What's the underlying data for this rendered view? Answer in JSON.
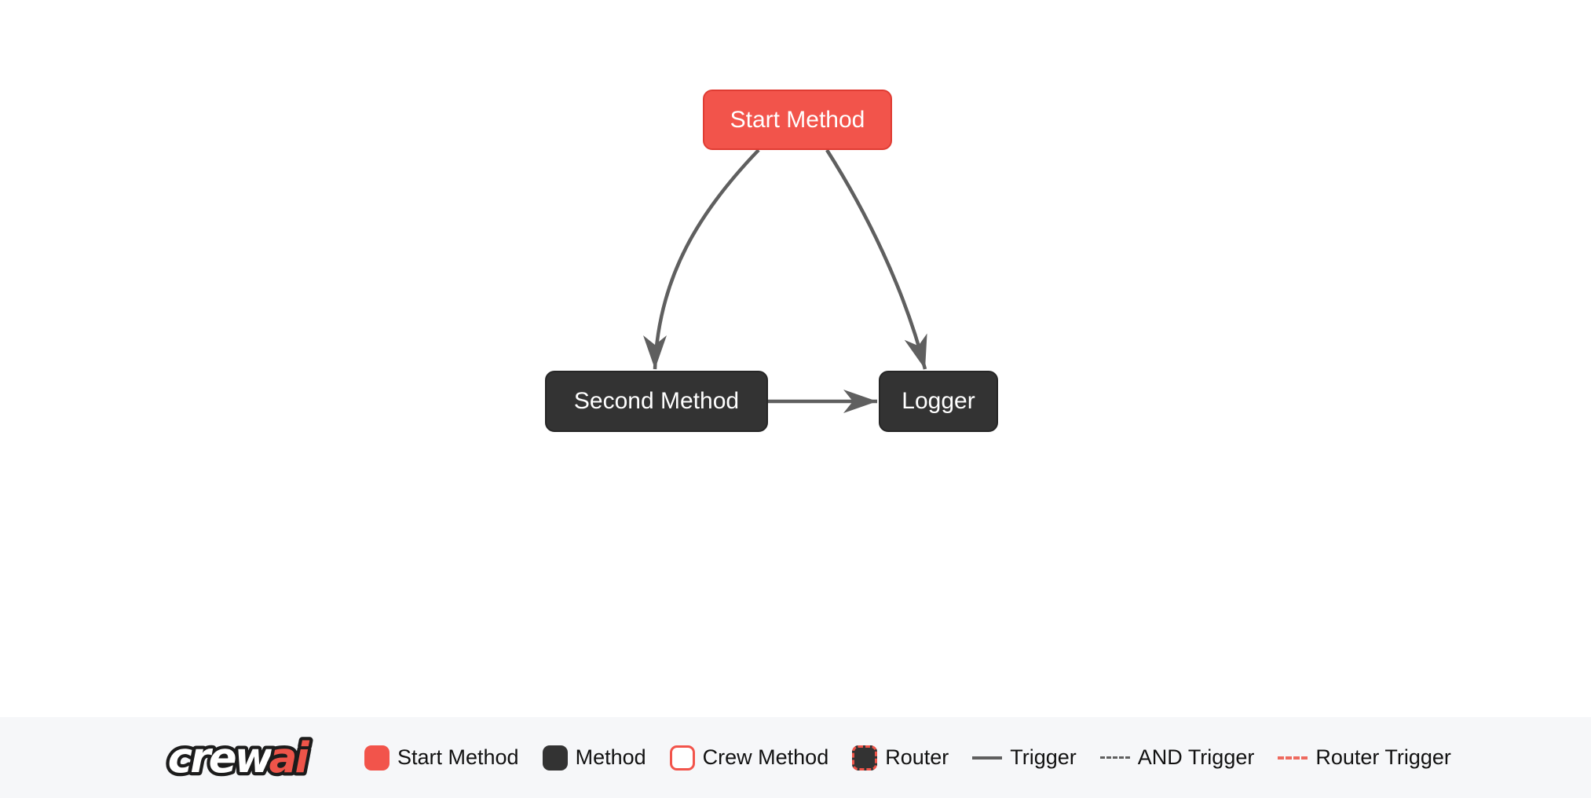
{
  "diagram": {
    "nodes": [
      {
        "id": "start_method",
        "label": "Start Method",
        "type": "start-method"
      },
      {
        "id": "second_method",
        "label": "Second Method",
        "type": "method"
      },
      {
        "id": "logger",
        "label": "Logger",
        "type": "method"
      }
    ],
    "edges": [
      {
        "from": "start_method",
        "to": "second_method",
        "type": "trigger"
      },
      {
        "from": "start_method",
        "to": "logger",
        "type": "trigger"
      },
      {
        "from": "second_method",
        "to": "logger",
        "type": "trigger"
      }
    ]
  },
  "legend": {
    "logo": {
      "crew": "crew",
      "ai": "ai"
    },
    "items": [
      {
        "label": "Start Method",
        "swatch": "start-method-swatch"
      },
      {
        "label": "Method",
        "swatch": "method-swatch"
      },
      {
        "label": "Crew Method",
        "swatch": "crew-method-swatch"
      },
      {
        "label": "Router",
        "swatch": "router-swatch"
      },
      {
        "label": "Trigger",
        "swatch": "trigger-line-swatch"
      },
      {
        "label": "AND Trigger",
        "swatch": "and-trigger-line-swatch"
      },
      {
        "label": "Router Trigger",
        "swatch": "router-trigger-line-swatch"
      }
    ]
  },
  "colors": {
    "start_node_fill": "#f2544b",
    "start_node_border": "#e03c33",
    "method_node_fill": "#333333",
    "method_node_border": "#262626",
    "edge": "#5f5f5f",
    "router_trigger_red": "#ee6a5f",
    "legend_background": "#f6f7f9",
    "canvas_background": "#ffffff",
    "node_text": "#ffffff",
    "legend_text": "#111111"
  }
}
